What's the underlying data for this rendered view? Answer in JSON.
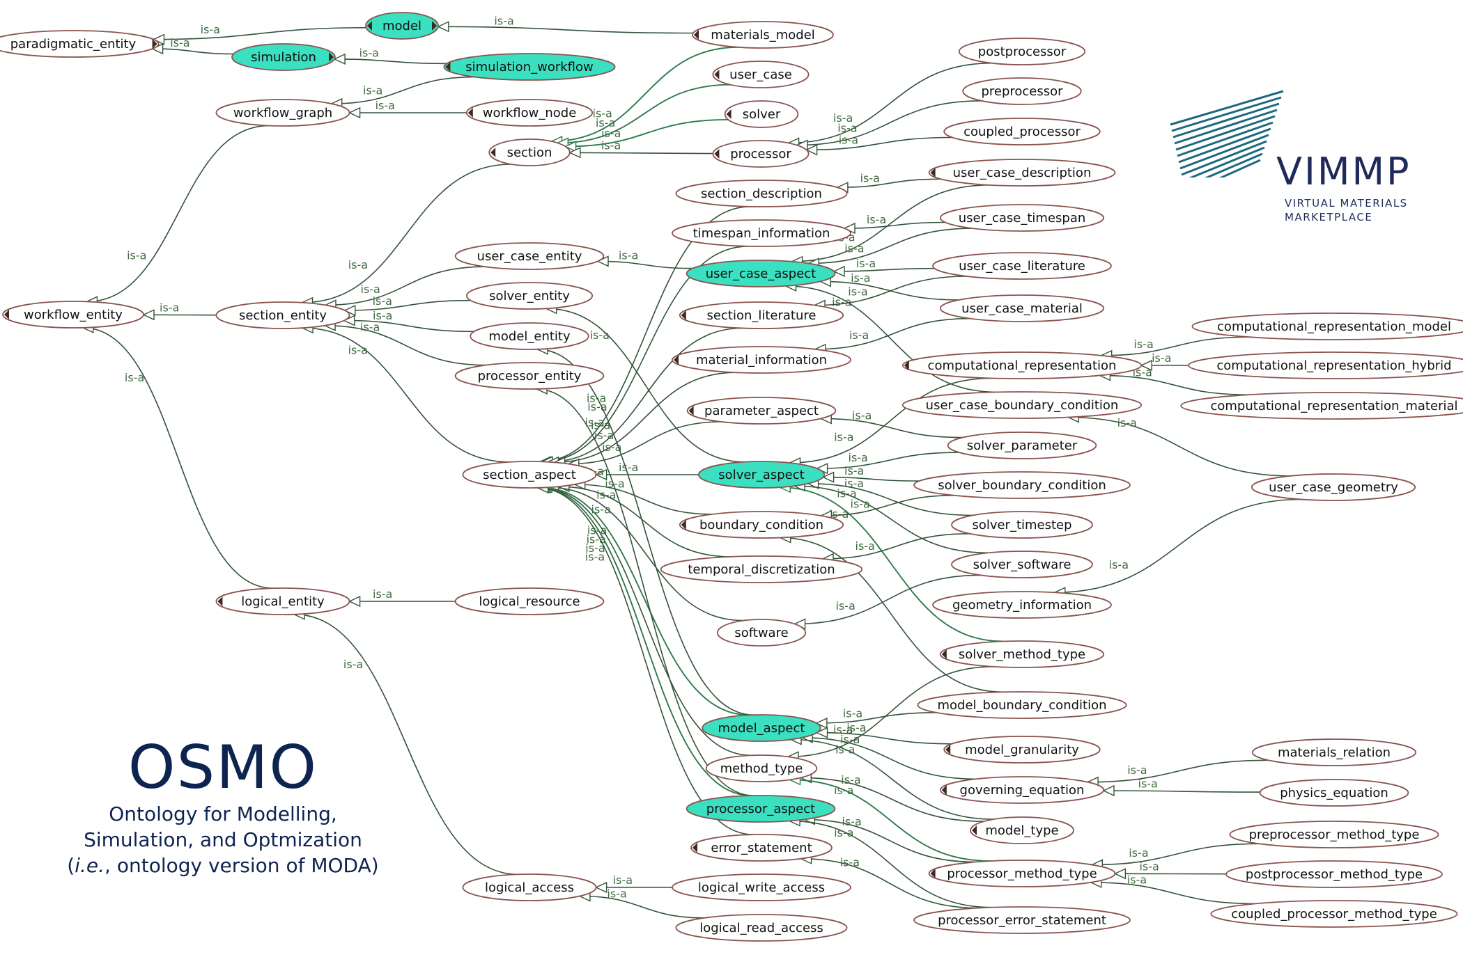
{
  "edge_label": "is-a",
  "nodes": [
    {
      "id": "paradigmatic_entity",
      "label": "paradigmatic_entity",
      "hl": false,
      "tg": "r"
    },
    {
      "id": "model",
      "label": "model",
      "hl": true,
      "tg": "b"
    },
    {
      "id": "simulation",
      "label": "simulation",
      "hl": true,
      "tg": "r"
    },
    {
      "id": "simulation_workflow",
      "label": "simulation_workflow",
      "hl": true,
      "tg": "l"
    },
    {
      "id": "materials_model",
      "label": "materials_model",
      "hl": false,
      "tg": "l"
    },
    {
      "id": "workflow_graph",
      "label": "workflow_graph",
      "hl": false,
      "tg": ""
    },
    {
      "id": "workflow_node",
      "label": "workflow_node",
      "hl": false,
      "tg": "l"
    },
    {
      "id": "user_case",
      "label": "user_case",
      "hl": false,
      "tg": "l"
    },
    {
      "id": "solver",
      "label": "solver",
      "hl": false,
      "tg": "l"
    },
    {
      "id": "section",
      "label": "section",
      "hl": false,
      "tg": "l"
    },
    {
      "id": "processor",
      "label": "processor",
      "hl": false,
      "tg": "l"
    },
    {
      "id": "postprocessor",
      "label": "postprocessor",
      "hl": false,
      "tg": ""
    },
    {
      "id": "preprocessor",
      "label": "preprocessor",
      "hl": false,
      "tg": ""
    },
    {
      "id": "coupled_processor",
      "label": "coupled_processor",
      "hl": false,
      "tg": ""
    },
    {
      "id": "section_description",
      "label": "section_description",
      "hl": false,
      "tg": ""
    },
    {
      "id": "user_case_description",
      "label": "user_case_description",
      "hl": false,
      "tg": "l"
    },
    {
      "id": "timespan_information",
      "label": "timespan_information",
      "hl": false,
      "tg": ""
    },
    {
      "id": "user_case_timespan",
      "label": "user_case_timespan",
      "hl": false,
      "tg": ""
    },
    {
      "id": "user_case_entity",
      "label": "user_case_entity",
      "hl": false,
      "tg": ""
    },
    {
      "id": "user_case_aspect",
      "label": "user_case_aspect",
      "hl": true,
      "tg": ""
    },
    {
      "id": "user_case_literature",
      "label": "user_case_literature",
      "hl": false,
      "tg": ""
    },
    {
      "id": "workflow_entity",
      "label": "workflow_entity",
      "hl": false,
      "tg": "l"
    },
    {
      "id": "section_entity",
      "label": "section_entity",
      "hl": false,
      "tg": ""
    },
    {
      "id": "solver_entity",
      "label": "solver_entity",
      "hl": false,
      "tg": ""
    },
    {
      "id": "section_literature",
      "label": "section_literature",
      "hl": false,
      "tg": "l"
    },
    {
      "id": "user_case_material",
      "label": "user_case_material",
      "hl": false,
      "tg": ""
    },
    {
      "id": "model_entity",
      "label": "model_entity",
      "hl": false,
      "tg": ""
    },
    {
      "id": "computational_representation_model",
      "label": "computational_representation_model",
      "hl": false,
      "tg": "r"
    },
    {
      "id": "material_information",
      "label": "material_information",
      "hl": false,
      "tg": "l"
    },
    {
      "id": "computational_representation",
      "label": "computational_representation",
      "hl": false,
      "tg": "l"
    },
    {
      "id": "computational_representation_hybrid",
      "label": "computational_representation_hybrid",
      "hl": false,
      "tg": ""
    },
    {
      "id": "processor_entity",
      "label": "processor_entity",
      "hl": false,
      "tg": ""
    },
    {
      "id": "parameter_aspect",
      "label": "parameter_aspect",
      "hl": false,
      "tg": "l"
    },
    {
      "id": "user_case_boundary_condition",
      "label": "user_case_boundary_condition",
      "hl": false,
      "tg": ""
    },
    {
      "id": "computational_representation_material",
      "label": "computational_representation_material",
      "hl": false,
      "tg": ""
    },
    {
      "id": "solver_parameter",
      "label": "solver_parameter",
      "hl": false,
      "tg": ""
    },
    {
      "id": "section_aspect",
      "label": "section_aspect",
      "hl": false,
      "tg": ""
    },
    {
      "id": "solver_aspect",
      "label": "solver_aspect",
      "hl": true,
      "tg": ""
    },
    {
      "id": "solver_boundary_condition",
      "label": "solver_boundary_condition",
      "hl": false,
      "tg": ""
    },
    {
      "id": "user_case_geometry",
      "label": "user_case_geometry",
      "hl": false,
      "tg": ""
    },
    {
      "id": "boundary_condition",
      "label": "boundary_condition",
      "hl": false,
      "tg": "l"
    },
    {
      "id": "solver_timestep",
      "label": "solver_timestep",
      "hl": false,
      "tg": ""
    },
    {
      "id": "temporal_discretization",
      "label": "temporal_discretization",
      "hl": false,
      "tg": ""
    },
    {
      "id": "solver_software",
      "label": "solver_software",
      "hl": false,
      "tg": ""
    },
    {
      "id": "logical_entity",
      "label": "logical_entity",
      "hl": false,
      "tg": "l"
    },
    {
      "id": "logical_resource",
      "label": "logical_resource",
      "hl": false,
      "tg": ""
    },
    {
      "id": "geometry_information",
      "label": "geometry_information",
      "hl": false,
      "tg": ""
    },
    {
      "id": "software",
      "label": "software",
      "hl": false,
      "tg": ""
    },
    {
      "id": "solver_method_type",
      "label": "solver_method_type",
      "hl": false,
      "tg": "l"
    },
    {
      "id": "model_boundary_condition",
      "label": "model_boundary_condition",
      "hl": false,
      "tg": ""
    },
    {
      "id": "model_aspect",
      "label": "model_aspect",
      "hl": true,
      "tg": ""
    },
    {
      "id": "model_granularity",
      "label": "model_granularity",
      "hl": false,
      "tg": "l"
    },
    {
      "id": "materials_relation",
      "label": "materials_relation",
      "hl": false,
      "tg": ""
    },
    {
      "id": "method_type",
      "label": "method_type",
      "hl": false,
      "tg": ""
    },
    {
      "id": "governing_equation",
      "label": "governing_equation",
      "hl": false,
      "tg": "l"
    },
    {
      "id": "physics_equation",
      "label": "physics_equation",
      "hl": false,
      "tg": ""
    },
    {
      "id": "processor_aspect",
      "label": "processor_aspect",
      "hl": true,
      "tg": ""
    },
    {
      "id": "model_type",
      "label": "model_type",
      "hl": false,
      "tg": "l"
    },
    {
      "id": "preprocessor_method_type",
      "label": "preprocessor_method_type",
      "hl": false,
      "tg": ""
    },
    {
      "id": "error_statement",
      "label": "error_statement",
      "hl": false,
      "tg": "l"
    },
    {
      "id": "processor_method_type",
      "label": "processor_method_type",
      "hl": false,
      "tg": "l"
    },
    {
      "id": "postprocessor_method_type",
      "label": "postprocessor_method_type",
      "hl": false,
      "tg": ""
    },
    {
      "id": "logical_access",
      "label": "logical_access",
      "hl": false,
      "tg": ""
    },
    {
      "id": "logical_write_access",
      "label": "logical_write_access",
      "hl": false,
      "tg": ""
    },
    {
      "id": "coupled_processor_method_type",
      "label": "coupled_processor_method_type",
      "hl": false,
      "tg": ""
    },
    {
      "id": "processor_error_statement",
      "label": "processor_error_statement",
      "hl": false,
      "tg": ""
    },
    {
      "id": "logical_read_access",
      "label": "logical_read_access",
      "hl": false,
      "tg": ""
    }
  ],
  "edges": [
    [
      "model",
      "paradigmatic_entity"
    ],
    [
      "simulation",
      "paradigmatic_entity"
    ],
    [
      "materials_model",
      "model"
    ],
    [
      "simulation_workflow",
      "simulation"
    ],
    [
      "simulation_workflow",
      "workflow_graph"
    ],
    [
      "workflow_node",
      "workflow_graph"
    ],
    [
      "workflow_graph",
      "workflow_entity"
    ],
    [
      "section_entity",
      "workflow_entity"
    ],
    [
      "logical_entity",
      "workflow_entity"
    ],
    [
      "section",
      "section_entity"
    ],
    [
      "user_case_entity",
      "section_entity"
    ],
    [
      "solver_entity",
      "section_entity"
    ],
    [
      "model_entity",
      "section_entity"
    ],
    [
      "processor_entity",
      "section_entity"
    ],
    [
      "section_aspect",
      "section_entity"
    ],
    [
      "materials_model",
      "section"
    ],
    [
      "user_case",
      "section"
    ],
    [
      "solver",
      "section"
    ],
    [
      "processor",
      "section"
    ],
    [
      "postprocessor",
      "processor"
    ],
    [
      "preprocessor",
      "processor"
    ],
    [
      "coupled_processor",
      "processor"
    ],
    [
      "user_case_description",
      "section_description"
    ],
    [
      "user_case_timespan",
      "timespan_information"
    ],
    [
      "user_case_aspect",
      "user_case_entity"
    ],
    [
      "user_case_description",
      "user_case_aspect"
    ],
    [
      "user_case_timespan",
      "user_case_aspect"
    ],
    [
      "user_case_literature",
      "user_case_aspect"
    ],
    [
      "user_case_material",
      "user_case_aspect"
    ],
    [
      "user_case_boundary_condition",
      "user_case_aspect"
    ],
    [
      "user_case_literature",
      "section_literature"
    ],
    [
      "user_case_material",
      "material_information"
    ],
    [
      "computational_representation_model",
      "computational_representation"
    ],
    [
      "computational_representation_hybrid",
      "computational_representation"
    ],
    [
      "computational_representation_material",
      "computational_representation"
    ],
    [
      "solver_parameter",
      "parameter_aspect"
    ],
    [
      "user_case_geometry",
      "user_case_boundary_condition"
    ],
    [
      "user_case_geometry",
      "geometry_information"
    ],
    [
      "section_description",
      "section_aspect"
    ],
    [
      "timespan_information",
      "section_aspect"
    ],
    [
      "section_literature",
      "section_aspect"
    ],
    [
      "material_information",
      "section_aspect"
    ],
    [
      "parameter_aspect",
      "section_aspect"
    ],
    [
      "solver_aspect",
      "section_aspect"
    ],
    [
      "boundary_condition",
      "section_aspect"
    ],
    [
      "temporal_discretization",
      "section_aspect"
    ],
    [
      "software",
      "section_aspect"
    ],
    [
      "model_aspect",
      "section_aspect"
    ],
    [
      "method_type",
      "section_aspect"
    ],
    [
      "processor_aspect",
      "section_aspect"
    ],
    [
      "error_statement",
      "section_aspect"
    ],
    [
      "computational_representation",
      "solver_aspect"
    ],
    [
      "solver_parameter",
      "solver_aspect"
    ],
    [
      "solver_boundary_condition",
      "solver_aspect"
    ],
    [
      "solver_timestep",
      "solver_aspect"
    ],
    [
      "solver_software",
      "solver_aspect"
    ],
    [
      "solver_method_type",
      "solver_aspect"
    ],
    [
      "solver_aspect",
      "solver_entity"
    ],
    [
      "solver_boundary_condition",
      "boundary_condition"
    ],
    [
      "model_boundary_condition",
      "boundary_condition"
    ],
    [
      "solver_timestep",
      "temporal_discretization"
    ],
    [
      "solver_software",
      "software"
    ],
    [
      "logical_resource",
      "logical_entity"
    ],
    [
      "logical_access",
      "logical_entity"
    ],
    [
      "model_boundary_condition",
      "model_aspect"
    ],
    [
      "model_granularity",
      "model_aspect"
    ],
    [
      "governing_equation",
      "model_aspect"
    ],
    [
      "model_type",
      "model_aspect"
    ],
    [
      "model_aspect",
      "model_entity"
    ],
    [
      "materials_relation",
      "governing_equation"
    ],
    [
      "physics_equation",
      "governing_equation"
    ],
    [
      "solver_method_type",
      "method_type"
    ],
    [
      "model_type",
      "method_type"
    ],
    [
      "processor_method_type",
      "method_type"
    ],
    [
      "processor_method_type",
      "processor_aspect"
    ],
    [
      "processor_error_statement",
      "processor_aspect"
    ],
    [
      "processor_aspect",
      "processor_entity"
    ],
    [
      "preprocessor_method_type",
      "processor_method_type"
    ],
    [
      "postprocessor_method_type",
      "processor_method_type"
    ],
    [
      "coupled_processor_method_type",
      "processor_method_type"
    ],
    [
      "processor_error_statement",
      "error_statement"
    ],
    [
      "logical_write_access",
      "logical_access"
    ],
    [
      "logical_read_access",
      "logical_access"
    ]
  ],
  "green_edges": [
    [
      "materials_model",
      "section"
    ],
    [
      "user_case",
      "section"
    ],
    [
      "solver",
      "section"
    ],
    [
      "model_aspect",
      "section_aspect"
    ],
    [
      "processor_aspect",
      "section_aspect"
    ],
    [
      "materials_model",
      "section_aspect"
    ],
    [
      "user_case",
      "section_aspect"
    ],
    [
      "solver",
      "section_aspect"
    ],
    [
      "processor",
      "section_aspect"
    ],
    [
      "solver_method_type",
      "solver_aspect"
    ],
    [
      "processor_method_type",
      "method_type"
    ]
  ],
  "osmo": {
    "title": "OSMO",
    "line1": "Ontology for Modelling,",
    "line2": "Simulation, and Optmization",
    "line3_prefix": "(",
    "line3_italic": "i.e.",
    "line3_rest": ", ontology version of MODA)"
  },
  "vimmp": {
    "word": "VIMMP",
    "tag1": "VIRTUAL MATERIALS",
    "tag2": "MARKETPLACE"
  },
  "colors": {
    "highlight": "#3ae0c0",
    "node_border": "#8a5450",
    "edge": "#33533a",
    "edge_green": "#2d7a4b",
    "brand_navy": "#0d2450"
  }
}
